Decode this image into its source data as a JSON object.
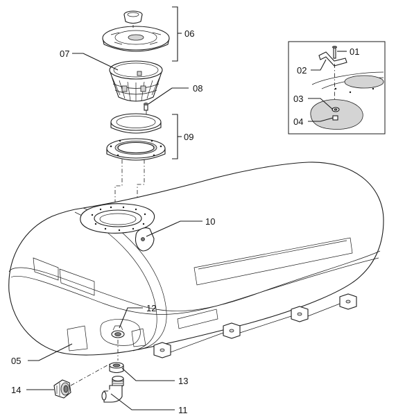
{
  "diagram": {
    "callouts": {
      "c01": "01",
      "c02": "02",
      "c03": "03",
      "c04": "04",
      "c05": "05",
      "c06": "06",
      "c07": "07",
      "c08": "08",
      "c09": "09",
      "c10": "10",
      "c11": "11",
      "c12": "12",
      "c13": "13",
      "c14": "14"
    }
  }
}
